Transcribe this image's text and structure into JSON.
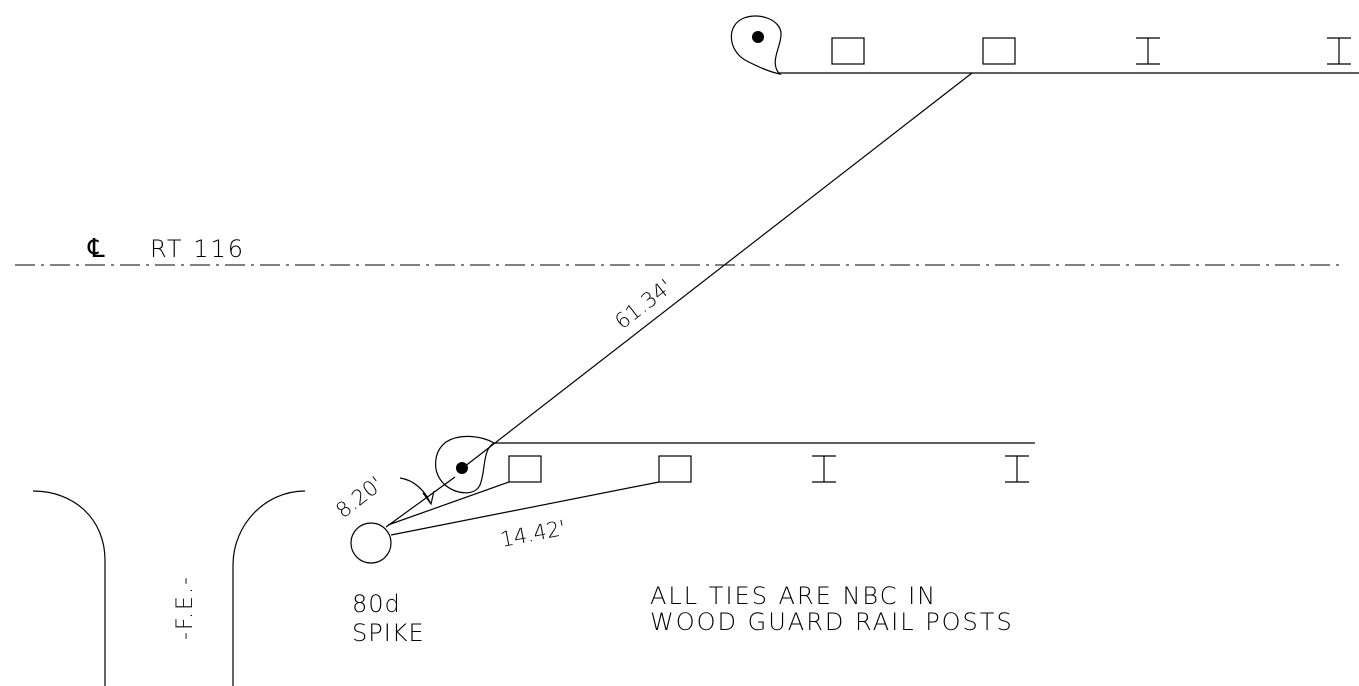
{
  "centerline": {
    "symbol": "℄",
    "label": "RT 116"
  },
  "dimensions": {
    "tie_long": "61.34'",
    "tie_short": "8.20'",
    "tie_offset": "14.42'"
  },
  "spike": {
    "line1": "80d",
    "line2": "SPIKE"
  },
  "note": {
    "line1": "ALL TIES ARE NBC IN",
    "line2": "WOOD GUARD RAIL POSTS"
  },
  "feature": {
    "label": "-F.E.-"
  }
}
